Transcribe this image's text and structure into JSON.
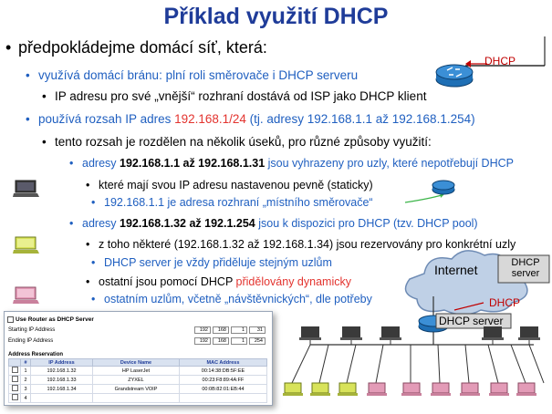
{
  "title": "Příklad využití DHCP",
  "bullets": {
    "b1": "předpokládejme domácí síť, která:",
    "b2": "využívá domácí bránu: plní roli směrovače i DHCP serveru",
    "b3": "IP adresu pro své „vnější“ rozhraní dostává od ISP jako DHCP klient",
    "b4_pre": "používá rozsah IP adres ",
    "b4_red": "192.168.1/24",
    "b4_post": " (tj. adresy 192.168.1.1 až 192.168.1.254)",
    "b5": "tento rozsah je rozdělen na několik úseků, pro různé způsoby využití:",
    "b6_pre": "adresy ",
    "b6_bold": "192.168.1.1  až 192.168.1.31",
    "b6_post": " jsou vyhrazeny pro uzly, které nepotřebují DHCP",
    "b7": "které mají svou IP adresu nastavenou pevně (staticky)",
    "b8": "192.168.1.1 je adresa rozhraní „místního směrovače“",
    "b9_pre": "adresy ",
    "b9_bold": "192.168.1.32  až 192.1.254",
    "b9_post": " jsou k dispozici pro DHCP (tzv. DHCP pool)",
    "b10": "z toho některé (192.168.1.32 až 192.168.1.34) jsou rezervovány pro konkrétní uzly",
    "b11": "DHCP server je vždy přiděluje stejným uzlům",
    "b12_pre": "ostatní jsou pomocí  DHCP ",
    "b12_red": "přidělovány dynamicky",
    "b13": "ostatním uzlům, včetně „návštěvnických“, dle potřeby"
  },
  "diagram": {
    "dhcp_top": "DHCP",
    "internet": "Internet",
    "dhcp_server_box": "DHCP server",
    "dhcp_arrow": "DHCP",
    "router_label": "DHCP server"
  },
  "panel": {
    "checkbox_label": "Use Router as DHCP Server",
    "start_label": "Starting IP Address",
    "end_label": "Ending IP Address",
    "start_ip": [
      "192",
      "168",
      "1",
      "31"
    ],
    "end_ip": [
      "192",
      "168",
      "1",
      "254"
    ],
    "section": "Address Reservation",
    "columns": [
      "#",
      "IP Address",
      "Device Name",
      "MAC Address"
    ],
    "rows": [
      [
        "1",
        "192.168.1.32",
        "HP LaserJet",
        "00:14:38:DB:5F:EE"
      ],
      [
        "2",
        "192.168.1.33",
        "ZYXEL",
        "00:23:F8:89:4A:FF"
      ],
      [
        "3",
        "192.168.1.34",
        "Grandstream VOIP",
        "00:0B:82:01:EB:44"
      ],
      [
        "4",
        "",
        "",
        ""
      ]
    ]
  },
  "colors": {
    "title": "#1F3C99",
    "blue_text": "#1F5FC0",
    "red_text": "#E3342F",
    "green_arrow": "#3DB54A",
    "router": "#1E6FB5",
    "cloud": "#BFD0E6"
  }
}
